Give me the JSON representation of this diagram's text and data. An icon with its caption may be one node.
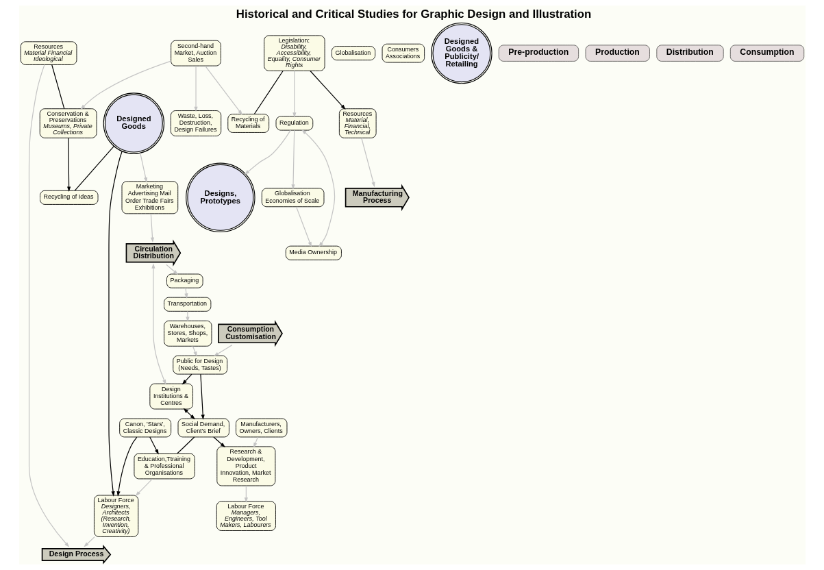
{
  "diagram": {
    "title": "Historical and Critical Studies for Graphic Design and Illustration",
    "nodes": [
      {
        "text": [
          "Social Demand, Client's Brief"
        ]
      },
      {
        "text": [
          "Education,Ttraining & Professional Organisations"
        ]
      },
      {
        "text": [
          "Canon, 'Stars', Classic Designs"
        ]
      },
      {
        "text": [
          "Labour Force",
          "Designers, Architects (Research, Invention, Creativity)"
        ]
      },
      {
        "text": [
          "Manufacturers, Owners, Clients"
        ]
      },
      {
        "text": [
          "Research & Development, Product Innovation, Market Research"
        ]
      },
      {
        "text": [
          "Labour Force",
          "Managers, Engineers, Tool Makers, Labourers"
        ]
      },
      {
        "text": [
          "Marketing Advertising Mail Order Trade Fairs Exhibitions"
        ]
      },
      {
        "text": [
          "Design Institutions & Centres"
        ]
      },
      {
        "text": [
          "Public for Design (Needs, Tastes)"
        ]
      },
      {
        "text": [
          "Globalisation"
        ]
      },
      {
        "text": [
          "Consumers Associations"
        ]
      },
      {
        "text": [
          "Design Process"
        ]
      },
      {
        "text": [
          "Designs, Prototypes"
        ]
      },
      {
        "text": [
          "Manufacturing Process"
        ]
      },
      {
        "text": [
          "Designed Goods"
        ]
      },
      {
        "text": [
          "Circulation Distribution"
        ]
      },
      {
        "text": [
          "Designed Goods & Publicity/ Retailing"
        ]
      },
      {
        "text": [
          "Consumption Customisation"
        ]
      },
      {
        "text": [
          "Resources",
          "Material Financial Ideological"
        ]
      },
      {
        "text": [
          "Regulation"
        ]
      },
      {
        "text": [
          "Resources",
          "Material, Financial, Technical"
        ]
      },
      {
        "text": [
          "Legislation:",
          "Disability, Accessibility, Equality, Consumer Rights"
        ]
      },
      {
        "text": [
          "Globalisation Economies of Scale"
        ]
      },
      {
        "text": [
          "Media Ownership"
        ]
      },
      {
        "text": [
          "Packaging"
        ]
      },
      {
        "text": [
          "Transportation"
        ]
      },
      {
        "text": [
          "Warehouses, Stores, Shops, Markets"
        ]
      },
      {
        "text": [
          "Recycling of Ideas"
        ]
      },
      {
        "text": [
          "Conservation & Preservations",
          "Museums, Private Collections"
        ]
      },
      {
        "text": [
          "Second-hand Market, Auction Sales"
        ]
      },
      {
        "text": [
          "Recycling of Materials"
        ]
      },
      {
        "text": [
          "Waste, Loss, Destruction, Design Failures"
        ]
      },
      {
        "text": [
          "Pre-production"
        ]
      },
      {
        "text": [
          "Production"
        ]
      },
      {
        "text": [
          "Distribution"
        ]
      },
      {
        "text": [
          "Consumption"
        ]
      }
    ],
    "edges": [
      {
        "from": 2,
        "to": 1,
        "arrow": "to",
        "color": "#000000"
      },
      {
        "from": 0,
        "to": 1,
        "arrow": "none",
        "color": "#000000"
      },
      {
        "from": 8,
        "to": 0,
        "arrow": "both",
        "color": "#000000"
      },
      {
        "from": 9,
        "to": 0,
        "arrow": "to",
        "color": "#000000"
      },
      {
        "from": 9,
        "to": 8,
        "arrow": "to",
        "color": "#000000"
      },
      {
        "from": 0,
        "to": 5,
        "arrow": "to",
        "color": "#000000"
      },
      {
        "from": 2,
        "to": 3,
        "arrow": "to",
        "color": "#000000"
      },
      {
        "from": 15,
        "to": 3,
        "arrow": "to",
        "color": "#000000"
      },
      {
        "from": 15,
        "to": 28,
        "arrow": "none",
        "color": "#000000"
      },
      {
        "from": 22,
        "to": 21,
        "arrow": "to",
        "color": "#000000"
      },
      {
        "from": 19,
        "to": 29,
        "arrow": "none",
        "color": "#000000"
      },
      {
        "from": 22,
        "to": 31,
        "arrow": "none",
        "color": "#000000"
      },
      {
        "from": 29,
        "to": 28,
        "arrow": "to",
        "color": "#000000"
      },
      {
        "from": 1,
        "to": 3,
        "arrow": "to"
      },
      {
        "from": 3,
        "to": 12,
        "arrow": "to"
      },
      {
        "from": 19,
        "to": 12,
        "arrow": "to"
      },
      {
        "from": 20,
        "to": 13,
        "arrow": "to"
      },
      {
        "from": 21,
        "to": 14,
        "arrow": "to"
      },
      {
        "from": 22,
        "to": 20,
        "arrow": "to"
      },
      {
        "from": 20,
        "to": 23,
        "arrow": "to"
      },
      {
        "from": 20,
        "to": 24,
        "arrow": "both"
      },
      {
        "from": 23,
        "to": 24,
        "arrow": "to"
      },
      {
        "from": 4,
        "to": 5,
        "arrow": "to"
      },
      {
        "from": 5,
        "to": 6,
        "arrow": "to"
      },
      {
        "from": 15,
        "to": 7,
        "arrow": "to"
      },
      {
        "from": 7,
        "to": 16,
        "arrow": "to"
      },
      {
        "from": 16,
        "to": 8,
        "arrow": "both"
      },
      {
        "from": 16,
        "to": 25,
        "arrow": "to"
      },
      {
        "from": 25,
        "to": 26,
        "arrow": "to"
      },
      {
        "from": 26,
        "to": 27,
        "arrow": "to"
      },
      {
        "from": 27,
        "to": 9,
        "arrow": "to"
      },
      {
        "from": 18,
        "to": 9,
        "arrow": "to"
      },
      {
        "from": 30,
        "to": 29,
        "arrow": "to"
      },
      {
        "from": 30,
        "to": 31,
        "arrow": "to"
      },
      {
        "from": 30,
        "to": 32,
        "arrow": "to"
      }
    ]
  }
}
